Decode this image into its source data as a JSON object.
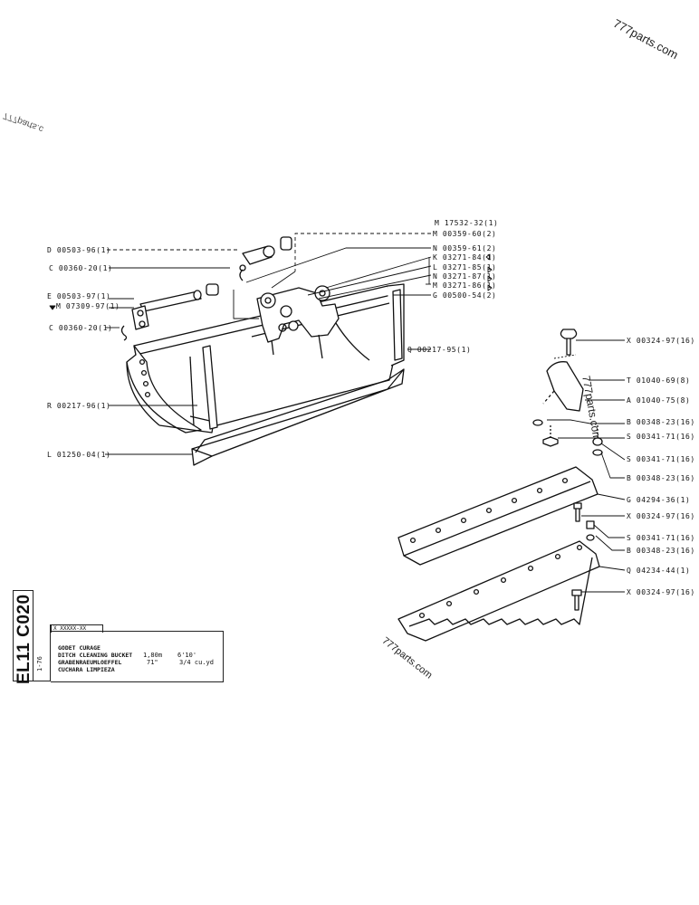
{
  "watermarks": {
    "top_right": "777parts.com",
    "top_left": "777parts.c",
    "middle": "777parts.com",
    "bottom": "777parts.com"
  },
  "callouts": {
    "m17532": "M 17532-32(1)",
    "m00359": "M 00359-60(2)",
    "d00503": "D 00503-96(1)",
    "n00359": "N 00359-61(2)",
    "k03271": "K 03271-84(1)",
    "c00360_top": "C 00360-20(1)",
    "l03271": "L 03271-85(1)",
    "n03271": "N 03271-87(1)",
    "e00503": "E 00503-97(1)",
    "m03271": "M 03271-86(1)",
    "m07309": "M 07309-97(1)",
    "g00500": "G 00500-54(2)",
    "c00360_bottom": "C 00360-20(1)",
    "q00217": "Q 00217-95(1)",
    "r00217": "R 00217-96(1)",
    "l01250": "L 01250-04(1)",
    "x00324_1": "X 00324-97(16)",
    "t01040": "T 01040-69(8)",
    "a01040": "A 01040-75(8)",
    "b00348_1": "B 00348-23(16)",
    "s00341_1": "S 00341-71(16)",
    "s00341_2": "S 00341-71(16)",
    "b00348_2": "B 00348-23(16)",
    "g04294": "G 04294-36(1)",
    "x00324_2": "X 00324-97(16)",
    "s00341_3": "S 00341-71(16)",
    "b00348_3": "B 00348-23(16)",
    "q04234": "Q 04234-44(1)",
    "x00324_3": "X 00324-97(16)"
  },
  "title_block": {
    "code": "X XXXXX-XX",
    "line1": "GODET CURAGE",
    "line2": "DITCH CLEANING BUCKET",
    "line2_v1": "1,80m",
    "line2_v2": "6'10'",
    "line3": "GRABENRAEUMLOEFFEL",
    "line3_v1": "71\"",
    "line3_v2": "3/4 cu.yd",
    "line4": "CUCHARA LIMPIEZA",
    "vertical_title": "EL11 C020",
    "vertical_sub": "1-76"
  }
}
